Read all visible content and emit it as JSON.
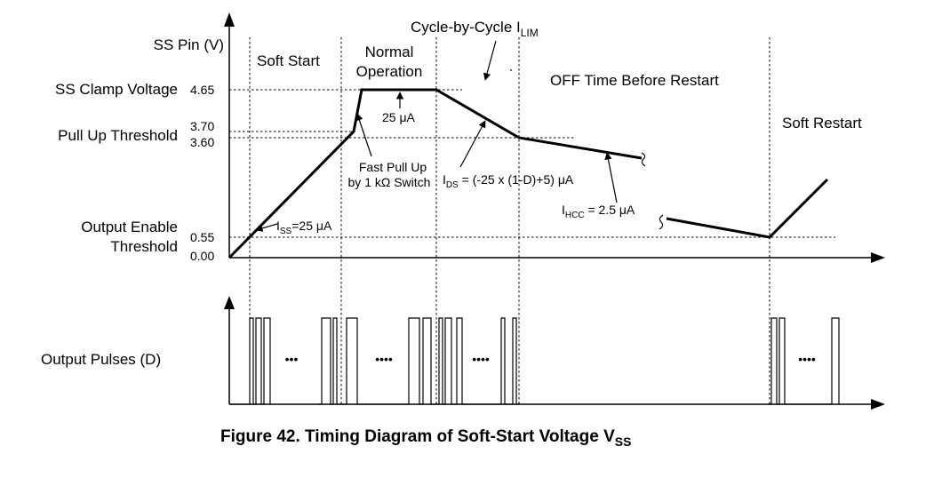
{
  "diagram": {
    "y_axis_title": "SS Pin (V)",
    "levels": [
      {
        "name": "SS Clamp Voltage",
        "value": "4.65"
      },
      {
        "name": "Pull Up Threshold",
        "value": "3.70",
        "value2": "3.60"
      },
      {
        "name_line1": "Output Enable",
        "name_line2": "Threshold",
        "value": "0.55",
        "value2": "0.00"
      }
    ],
    "phases": {
      "soft_start": "Soft Start",
      "normal_line1": "Normal",
      "normal_line2": "Operation",
      "cycle_limit": "Cycle-by-Cycle I",
      "cycle_limit_sub": "LIM",
      "off_time": "OFF Time Before Restart",
      "soft_restart": "Soft Restart"
    },
    "annotations": {
      "iss_main": "I",
      "iss_sub": "SS",
      "iss_value": "=25 μA",
      "pullup_current": "25 μA",
      "fast_pull_line1": "Fast Pull Up",
      "fast_pull_line2": "by 1 kΩ Switch",
      "ids_main": "I",
      "ids_sub": "DS",
      "ids_value": " = (-25 x (1-D)+5) μA",
      "ihcc_main": "I",
      "ihcc_sub": "HCC",
      "ihcc_value": " = 2.5 μA"
    },
    "pulses_label": "Output Pulses (D)",
    "ellipsis": "••••",
    "ellipsis_short": "•••",
    "caption_main": "Figure 42.  Timing Diagram of Soft-Start Voltage V",
    "caption_sub": "SS"
  }
}
